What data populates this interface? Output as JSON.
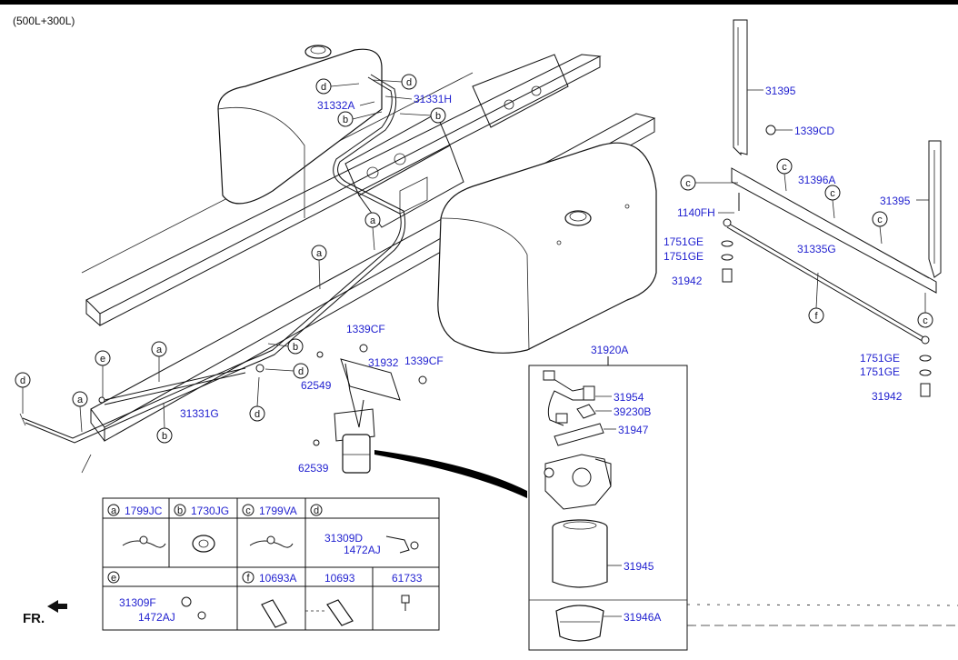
{
  "header": {
    "variant": "(500L+300L)"
  },
  "fr_label": "FR.",
  "colors": {
    "part_number": "#1f1fcf",
    "line": "#111111"
  },
  "parts": {
    "p31395_top": "31395",
    "p1339CD": "1339CD",
    "p31396A": "31396A",
    "p31395_right": "31395",
    "p1140FH": "1140FH",
    "p1751GE_1": "1751GE",
    "p31335G": "31335G",
    "p1751GE_2": "1751GE",
    "p31942_1": "31942",
    "p1751GE_3": "1751GE",
    "p1751GE_4": "1751GE",
    "p31942_2": "31942",
    "p31332A": "31332A",
    "p31331H": "31331H",
    "p1339CF_1": "1339CF",
    "p31932": "31932",
    "p1339CF_2": "1339CF",
    "p62549": "62549",
    "p31331G": "31331G",
    "p62539": "62539",
    "p31920A": "31920A",
    "p31954": "31954",
    "p39230B": "39230B",
    "p31947": "31947",
    "p31945": "31945",
    "p31946A": "31946A"
  },
  "callouts": {
    "a": "a",
    "b": "b",
    "c": "c",
    "d": "d",
    "e": "e",
    "f": "f"
  },
  "legend": {
    "a_part": "1799JC",
    "b_part": "1730JG",
    "c_part": "1799VA",
    "d_part1": "31309D",
    "d_part2": "1472AJ",
    "e_part1": "31309F",
    "e_part2": "1472AJ",
    "f_part": "10693A",
    "col2": "10693",
    "col3": "61733"
  }
}
